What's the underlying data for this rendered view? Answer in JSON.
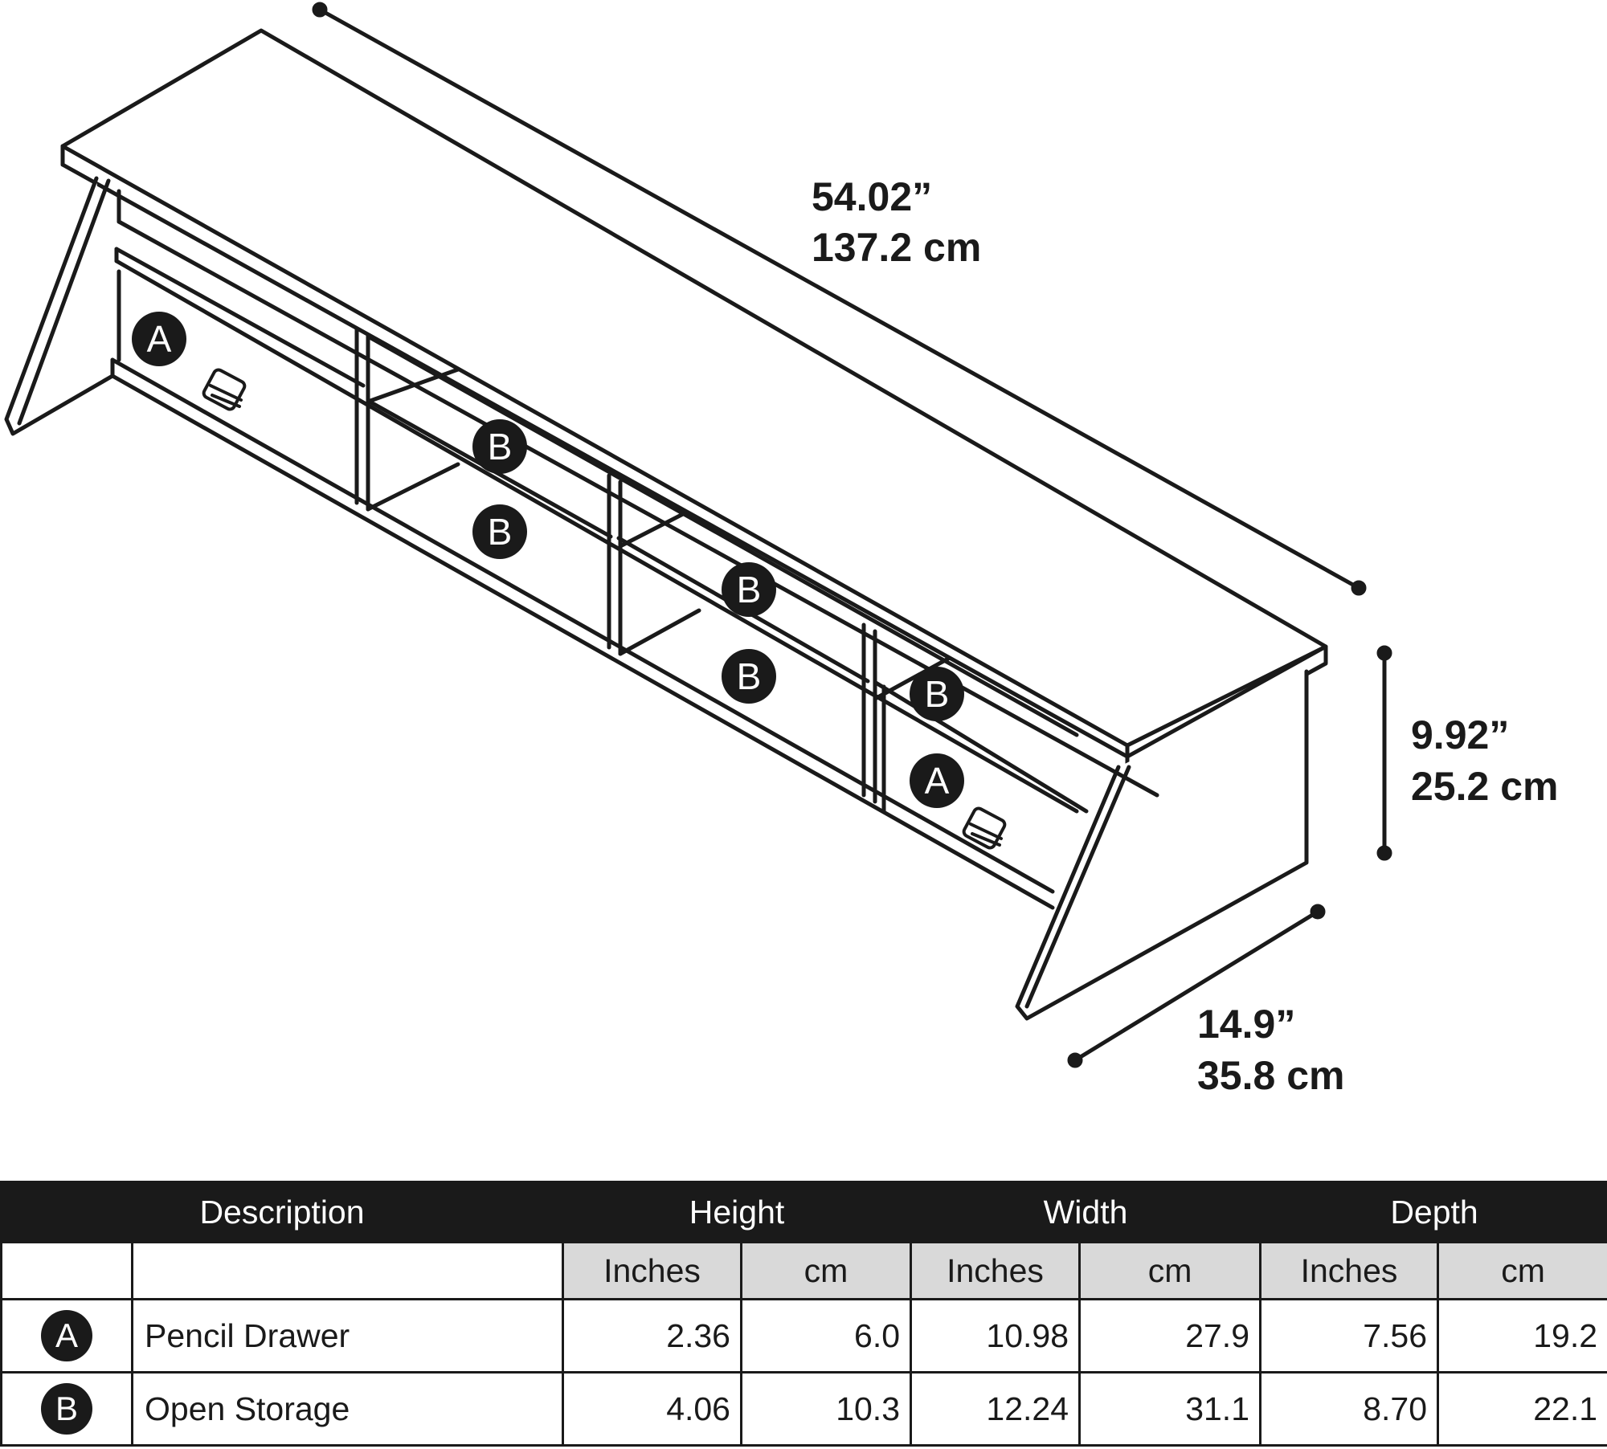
{
  "dimensions": {
    "width_in": "54.02”",
    "width_cm": "137.2 cm",
    "height_in": "9.92”",
    "height_cm": "25.2 cm",
    "depth_in": "14.9”",
    "depth_cm": "35.8 cm"
  },
  "callouts": {
    "a": "A",
    "b": "B"
  },
  "table": {
    "headers": [
      "Description",
      "Height",
      "Width",
      "Depth"
    ],
    "units": [
      "Inches",
      "cm",
      "Inches",
      "cm",
      "Inches",
      "cm"
    ],
    "rows": [
      {
        "key": "A",
        "description": "Pencil Drawer",
        "values": [
          "2.36",
          "6.0",
          "10.98",
          "27.9",
          "7.56",
          "19.2"
        ]
      },
      {
        "key": "B",
        "description": "Open Storage",
        "values": [
          "4.06",
          "10.3",
          "12.24",
          "31.1",
          "8.70",
          "22.1"
        ]
      }
    ]
  }
}
